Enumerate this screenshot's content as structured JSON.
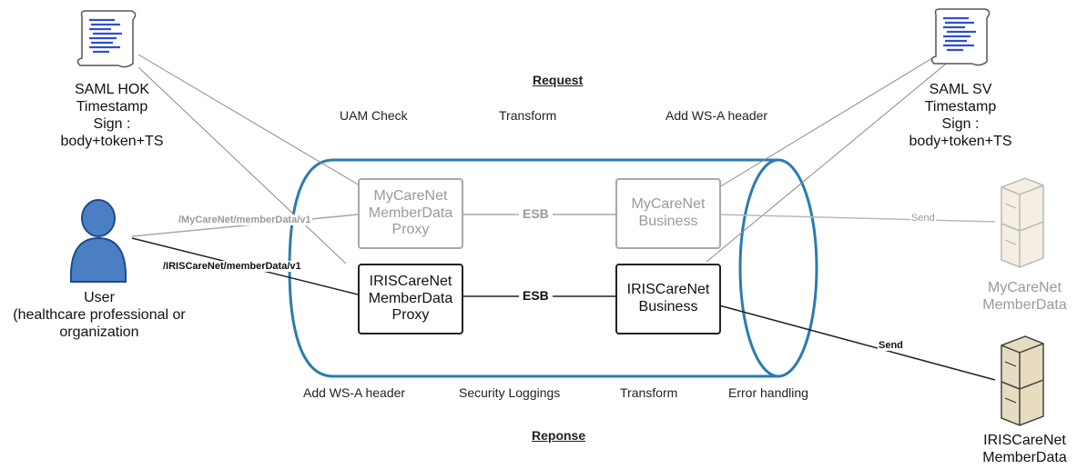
{
  "headings": {
    "request": "Request",
    "response": "Reponse"
  },
  "request_steps": [
    "UAM Check",
    "Transform",
    "Add WS-A header"
  ],
  "response_steps": [
    "Add WS-A header",
    "Security Loggings",
    "Transform",
    "Error handling"
  ],
  "saml_hok": {
    "lines": [
      "SAML HOK",
      "Timestamp",
      "Sign :",
      "body+token+TS"
    ]
  },
  "saml_sv": {
    "lines": [
      "SAML SV",
      "Timestamp",
      "Sign :",
      "body+token+TS"
    ]
  },
  "user": {
    "lines": [
      "User",
      "(healthcare professional or",
      "organization"
    ]
  },
  "edges": {
    "mycarenet_path": "/MyCareNet/memberData/v1",
    "iriscarenet_path": "/IRISCareNet/memberData/v1",
    "esb_top": "ESB",
    "esb_bottom": "ESB",
    "send_top": "Send",
    "send_bottom": "Send"
  },
  "boxes": {
    "mycarenet_proxy": [
      "MyCareNet",
      "MemberData",
      "Proxy"
    ],
    "mycarenet_business": [
      "MyCareNet",
      "Business"
    ],
    "iriscarenet_proxy": [
      "IRISCareNet",
      "MemberData",
      "Proxy"
    ],
    "iriscarenet_business": [
      "IRISCareNet",
      "Business"
    ]
  },
  "servers": {
    "mycarenet": [
      "MyCareNet",
      "MemberData"
    ],
    "iriscarenet": [
      "IRISCareNet",
      "MemberData"
    ]
  },
  "colors": {
    "esb_cylinder": "#2a7bb0",
    "dim": "#9a9a9a",
    "dark": "#222222",
    "user_icon": "#4a7fc4"
  }
}
